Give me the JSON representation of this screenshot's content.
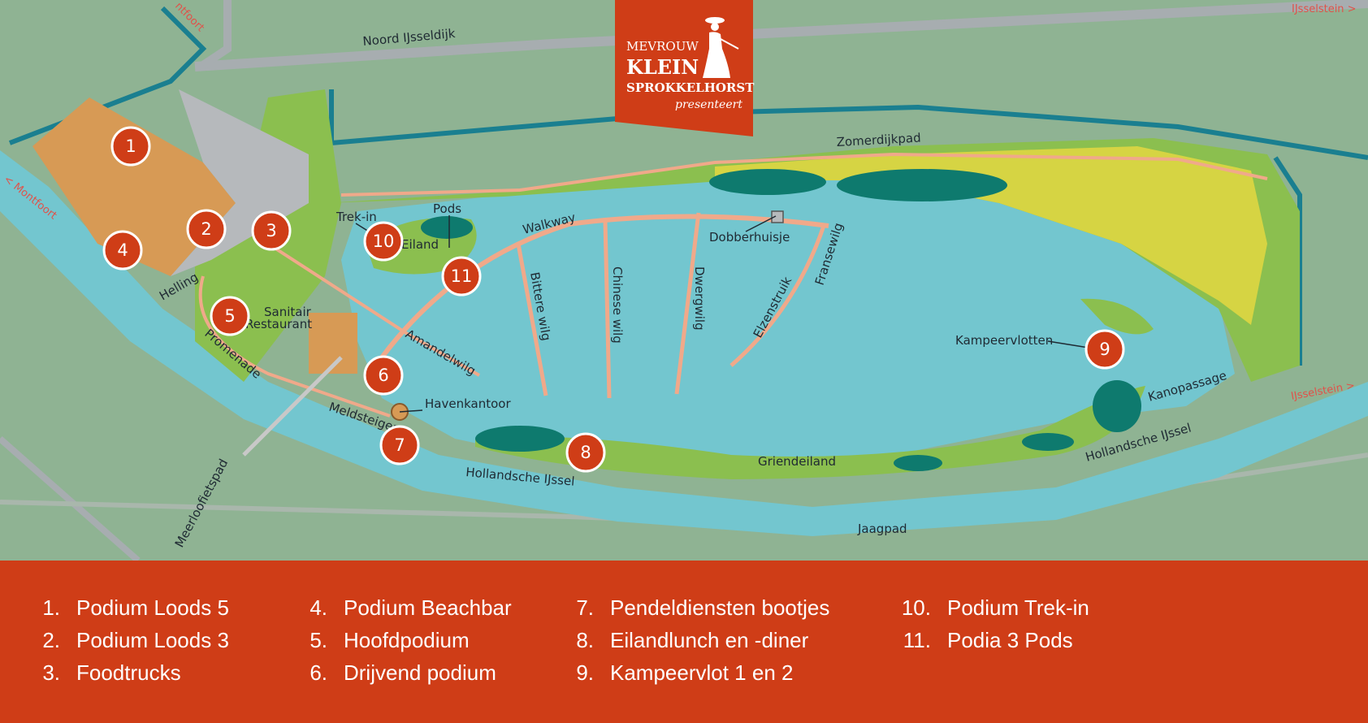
{
  "brand": {
    "line1": "MEVROUW",
    "line2": "KLEIN",
    "line3": "SPROKKELHORST",
    "line4": "presenteert",
    "bg_color": "#cf3d17"
  },
  "map": {
    "labels": {
      "noord_ijsseldijk": "Noord IJsseldijk",
      "ijsselstein_top": "IJsselstein >",
      "montfoort_top": "ntfoort",
      "montfoort_left": "< Montfoort",
      "zomerdijkpad": "Zomerdijkpad",
      "walkway": "Walkway",
      "trek_in": "Trek-in",
      "pods": "Pods",
      "eiland": "Eiland",
      "dobberhuisje": "Dobberhuisje",
      "fransewilg": "Fransewilg",
      "elzenstruik": "Elzenstruik",
      "dwergwilg": "Dwergwilg",
      "chinese_wilg": "Chinese wilg",
      "bittere_wilg": "Bittere wilg",
      "amandelwilg": "Amandelwilg",
      "helling": "Helling",
      "sanitair": "Sanitair",
      "restaurant": "Restaurant",
      "promenade": "Promenade",
      "havenkantoor": "Havenkantoor",
      "meldsteiger": "Meldsteiger",
      "kampeervlotten": "Kampeervlotten",
      "kanopassage": "Kanopassage",
      "ijsselstein_right": "IJsselstein >",
      "hollandsche_ijssel_right": "Hollandsche IJssel",
      "griendeiland": "Griendeiland",
      "hollandsche_ijssel_left": "Hollandsche IJssel",
      "meerloofietspad": "Meerloofietspad",
      "jaagpad": "Jaagpad"
    },
    "markers": [
      "1",
      "2",
      "3",
      "4",
      "5",
      "6",
      "7",
      "8",
      "9",
      "10",
      "11"
    ],
    "colors": {
      "water": "#73c6cf",
      "land": "#8fb393",
      "green": "#8bbf4f",
      "yellow": "#d6d443",
      "path": "#f0a98a",
      "marker": "#cf3d17"
    }
  },
  "legend": {
    "columns": [
      [
        {
          "num": "1.",
          "text": "Podium Loods 5"
        },
        {
          "num": "2.",
          "text": "Podium Loods 3"
        },
        {
          "num": "3.",
          "text": "Foodtrucks"
        }
      ],
      [
        {
          "num": "4.",
          "text": "Podium Beachbar"
        },
        {
          "num": "5.",
          "text": "Hoofdpodium"
        },
        {
          "num": "6.",
          "text": "Drijvend podium"
        }
      ],
      [
        {
          "num": "7.",
          "text": "Pendeldiensten bootjes"
        },
        {
          "num": "8.",
          "text": "Eilandlunch en -diner"
        },
        {
          "num": "9.",
          "text": "Kampeervlot 1 en 2"
        }
      ],
      [
        {
          "num": "10.",
          "text": "Podium Trek-in"
        },
        {
          "num": "11.",
          "text": "Podia 3  Pods"
        }
      ]
    ]
  }
}
